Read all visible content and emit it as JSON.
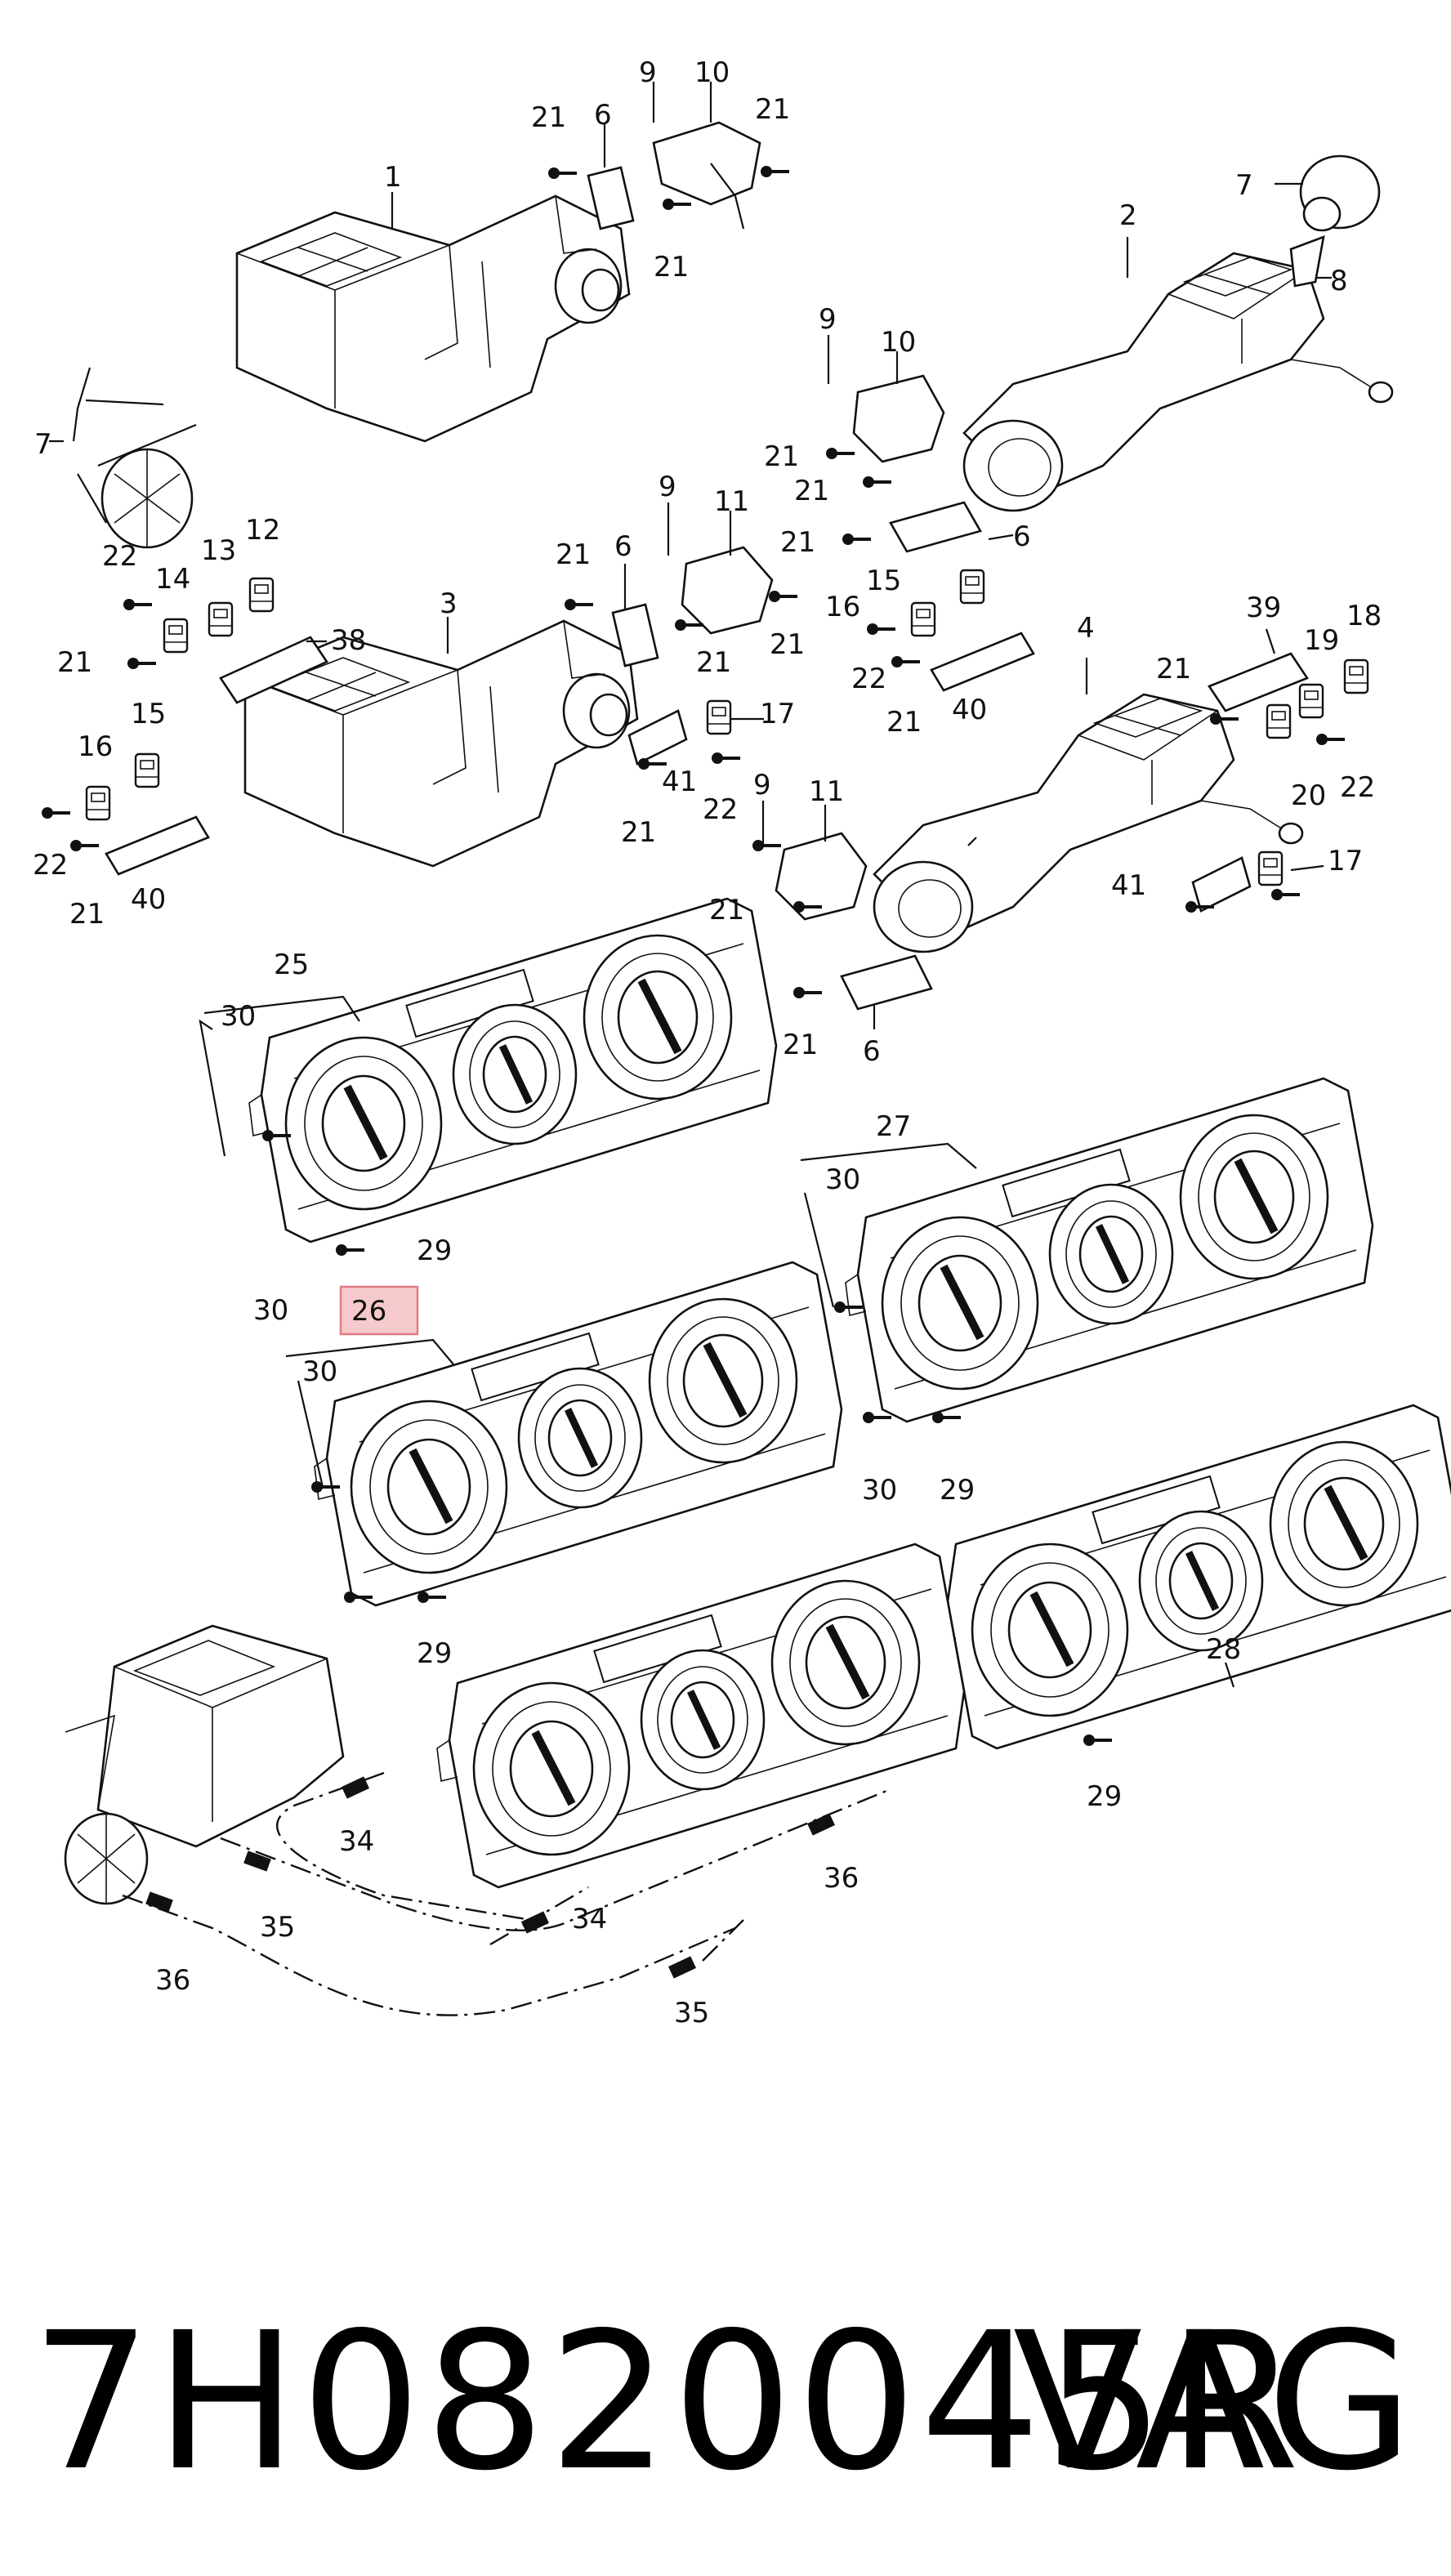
{
  "labels": {
    "l1": "1",
    "l2": "2",
    "l3": "3",
    "l4": "4",
    "l6a": "6",
    "l6b": "6",
    "l6c": "6",
    "l6d": "6",
    "l7a": "7",
    "l7b": "7",
    "l8": "8",
    "l9a": "9",
    "l9b": "9",
    "l9c": "9",
    "l9d": "9",
    "l10a": "10",
    "l10b": "10",
    "l11a": "11",
    "l11b": "11",
    "l12": "12",
    "l13": "13",
    "l14": "14",
    "l15a": "15",
    "l15b": "15",
    "l16a": "16",
    "l16b": "16",
    "l17a": "17",
    "l17b": "17",
    "l18": "18",
    "l19": "19",
    "l20": "20",
    "l21a": "21",
    "l21b": "21",
    "l21c": "21",
    "l21d": "21",
    "l21e": "21",
    "l21f": "21",
    "l21g": "21",
    "l21h": "21",
    "l21i": "21",
    "l21j": "21",
    "l21k": "21",
    "l21l": "21",
    "l21m": "21",
    "l21n": "21",
    "l21o": "21",
    "l21p": "21",
    "l22a": "22",
    "l22b": "22",
    "l22c": "22",
    "l22d": "22",
    "l22e": "22",
    "l25": "25",
    "l26": "26",
    "l27": "27",
    "l28": "28",
    "l29a": "29",
    "l29b": "29",
    "l29c": "29",
    "l29d": "29",
    "l30a": "30",
    "l30b": "30",
    "l30c": "30",
    "l30d": "30",
    "l30e": "30",
    "l34a": "34",
    "l34b": "34",
    "l35a": "35",
    "l35b": "35",
    "l36a": "36",
    "l36b": "36",
    "l38": "38",
    "l39": "39",
    "l40a": "40",
    "l40b": "40",
    "l41a": "41",
    "l41b": "41"
  },
  "highlight": {
    "label": "26",
    "color": "#f6c9cc",
    "border": "#e07a82"
  },
  "footer": {
    "part_number": "7H0820045R",
    "brand": "VAG"
  }
}
